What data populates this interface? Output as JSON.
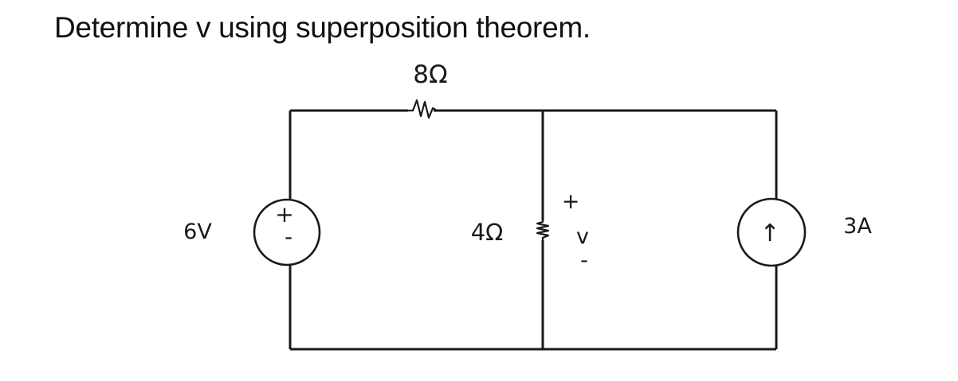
{
  "question": {
    "text": "Determine v using superposition theorem."
  },
  "circuit": {
    "resistor_top": {
      "label": "8Ω"
    },
    "resistor_middle": {
      "label": "4Ω"
    },
    "voltage_source": {
      "label": "6V",
      "plus": "+",
      "minus": "-"
    },
    "current_source": {
      "label": "3A",
      "arrow": "↑"
    },
    "output_voltage": {
      "plus": "+",
      "name": "v",
      "minus": "-"
    }
  }
}
